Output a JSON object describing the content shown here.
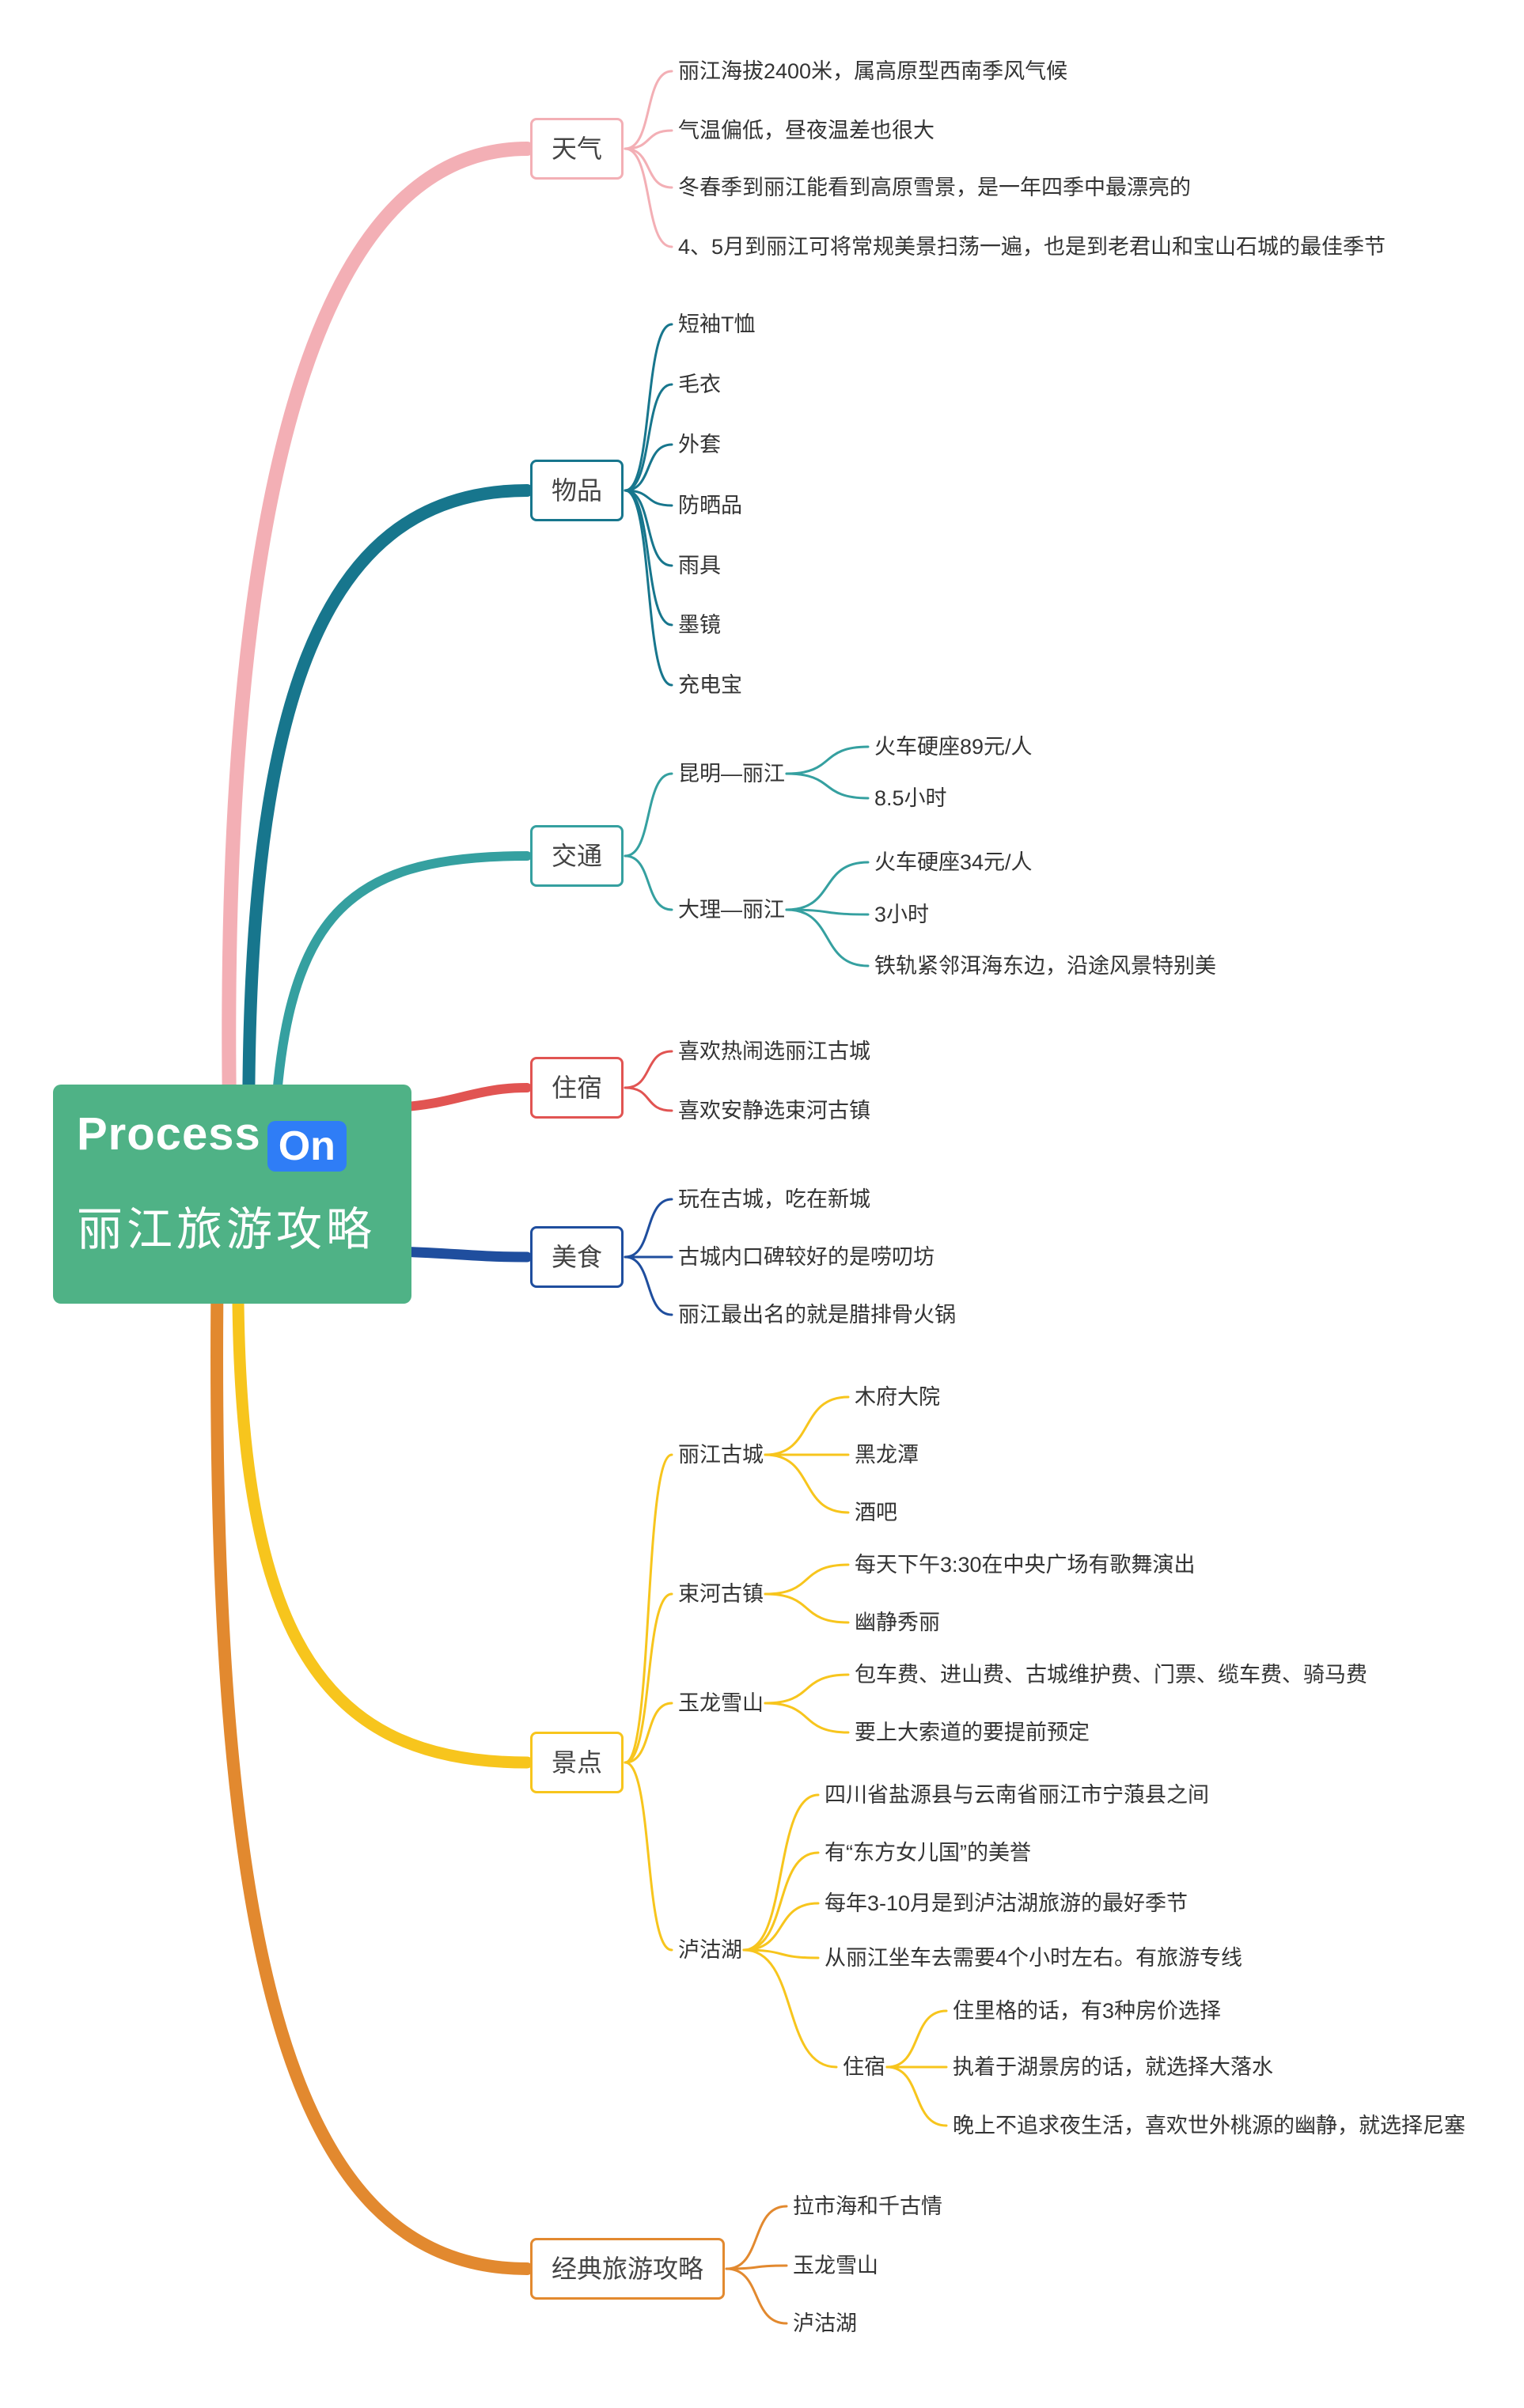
{
  "root": {
    "logo": {
      "part1": "Process",
      "part2": "On"
    },
    "title": "丽江旅游攻略",
    "bg_color": "#4FB286",
    "logo_badge_color": "#2F7DF6"
  },
  "branches": [
    {
      "label": "天气",
      "color": "#F3AFB5",
      "children": [
        {
          "text": "丽江海拔2400米，属高原型西南季风气候"
        },
        {
          "text": "气温偏低，昼夜温差也很大"
        },
        {
          "text": "冬春季到丽江能看到高原雪景，是一年四季中最漂亮的"
        },
        {
          "text": "4、5月到丽江可将常规美景扫荡一遍，也是到老君山和宝山石城的最佳季节"
        }
      ]
    },
    {
      "label": "物品",
      "color": "#17768D",
      "children": [
        {
          "text": "短袖T恤"
        },
        {
          "text": "毛衣"
        },
        {
          "text": "外套"
        },
        {
          "text": "防晒品"
        },
        {
          "text": "雨具"
        },
        {
          "text": "墨镜"
        },
        {
          "text": "充电宝"
        }
      ]
    },
    {
      "label": "交通",
      "color": "#35A0A0",
      "children": [
        {
          "text": "昆明—丽江",
          "children": [
            {
              "text": "火车硬座89元/人"
            },
            {
              "text": "8.5小时"
            }
          ]
        },
        {
          "text": "大理—丽江",
          "children": [
            {
              "text": "火车硬座34元/人"
            },
            {
              "text": "3小时"
            },
            {
              "text": "铁轨紧邻洱海东边，沿途风景特别美"
            }
          ]
        }
      ]
    },
    {
      "label": "住宿",
      "color": "#E15452",
      "children": [
        {
          "text": "喜欢热闹选丽江古城"
        },
        {
          "text": "喜欢安静选束河古镇"
        }
      ]
    },
    {
      "label": "美食",
      "color": "#1F4E9E",
      "children": [
        {
          "text": "玩在古城，吃在新城"
        },
        {
          "text": "古城内口碑较好的是唠叨坊"
        },
        {
          "text": "丽江最出名的就是腊排骨火锅"
        }
      ]
    },
    {
      "label": "景点",
      "color": "#F7C51D",
      "children": [
        {
          "text": "丽江古城",
          "children": [
            {
              "text": "木府大院"
            },
            {
              "text": "黑龙潭"
            },
            {
              "text": "酒吧"
            }
          ]
        },
        {
          "text": "束河古镇",
          "children": [
            {
              "text": "每天下午3:30在中央广场有歌舞演出"
            },
            {
              "text": "幽静秀丽"
            }
          ]
        },
        {
          "text": "玉龙雪山",
          "children": [
            {
              "text": "包车费、进山费、古城维护费、门票、缆车费、骑马费"
            },
            {
              "text": "要上大索道的要提前预定"
            }
          ]
        },
        {
          "text": "泸沽湖",
          "children": [
            {
              "text": "四川省盐源县与云南省丽江市宁蒗县之间"
            },
            {
              "text": "有“东方女儿国”的美誉"
            },
            {
              "text": "每年3-10月是到泸沽湖旅游的最好季节"
            },
            {
              "text": "从丽江坐车去需要4个小时左右。有旅游专线"
            },
            {
              "text": "住宿",
              "children": [
                {
                  "text": "住里格的话，有3种房价选择"
                },
                {
                  "text": "执着于湖景房的话，就选择大落水"
                },
                {
                  "text": "晚上不追求夜生活，喜欢世外桃源的幽静，就选择尼塞"
                }
              ]
            }
          ]
        }
      ]
    },
    {
      "label": "经典旅游攻略",
      "color": "#E2892F",
      "children": [
        {
          "text": "拉市海和千古情"
        },
        {
          "text": "玉龙雪山"
        },
        {
          "text": "泸沽湖"
        }
      ]
    }
  ]
}
